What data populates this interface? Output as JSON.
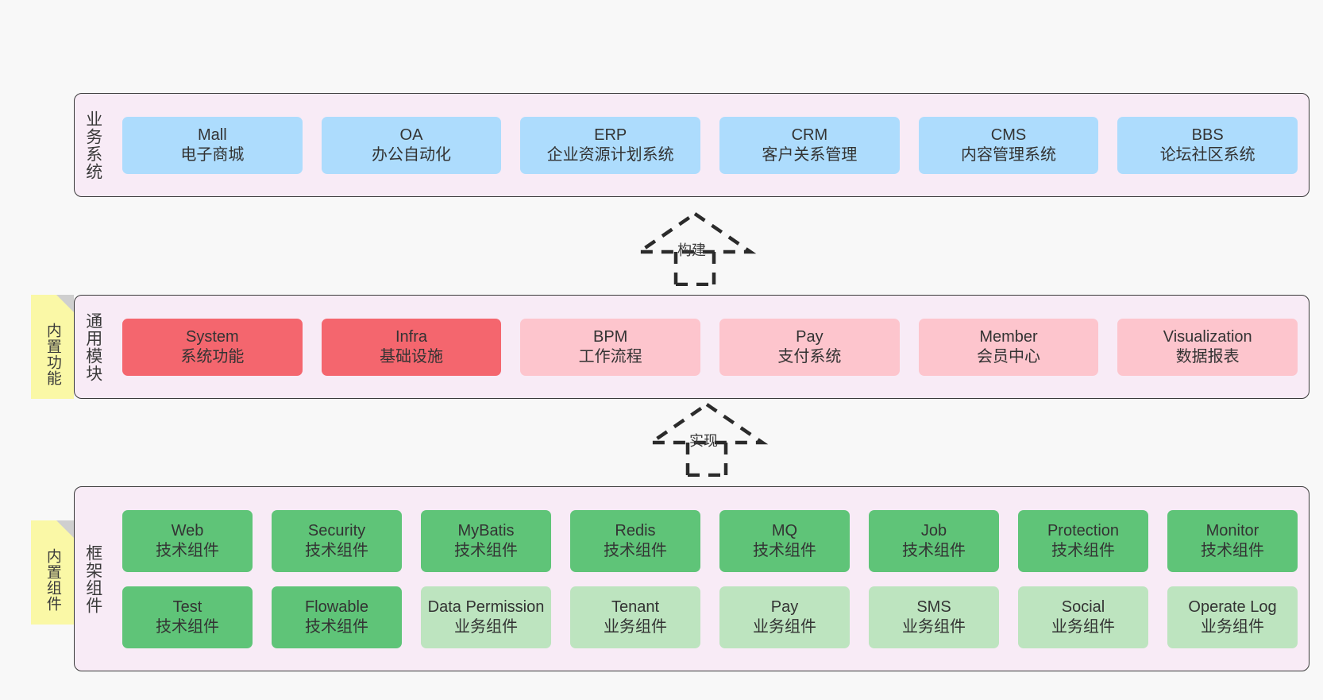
{
  "diagram": {
    "background_color": "#F8F8F8",
    "layer_fill": "#F8EBF6",
    "layer_border": "#3A3A3A",
    "note_color": "#FAF8A6"
  },
  "notes": [
    {
      "name": "builtin-functions",
      "text": "内置功能"
    },
    {
      "name": "builtin-components",
      "text": "内置组件"
    }
  ],
  "connectors": [
    {
      "name": "build",
      "label": "构建",
      "style": "dashed-realization-up"
    },
    {
      "name": "implement",
      "label": "实现",
      "style": "dashed-realization-up"
    }
  ],
  "layers": {
    "business": {
      "title": "业务系统",
      "color": "#ADDCFD",
      "rows": [
        [
          {
            "main": "Mall",
            "sub": "电子商城"
          },
          {
            "main": "OA",
            "sub": "办公自动化"
          },
          {
            "main": "ERP",
            "sub": "企业资源计划系统"
          },
          {
            "main": "CRM",
            "sub": "客户关系管理"
          },
          {
            "main": "CMS",
            "sub": "内容管理系统"
          },
          {
            "main": "BBS",
            "sub": "论坛社区系统"
          }
        ]
      ]
    },
    "modules": {
      "title": "通用模块",
      "color_primary": "#F4666E",
      "color_secondary": "#FDC5CD",
      "rows": [
        [
          {
            "main": "System",
            "sub": "系统功能",
            "tone": "primary"
          },
          {
            "main": "Infra",
            "sub": "基础设施",
            "tone": "primary"
          },
          {
            "main": "BPM",
            "sub": "工作流程",
            "tone": "secondary"
          },
          {
            "main": "Pay",
            "sub": "支付系统",
            "tone": "secondary"
          },
          {
            "main": "Member",
            "sub": "会员中心",
            "tone": "secondary"
          },
          {
            "main": "Visualization",
            "sub": "数据报表",
            "tone": "secondary"
          }
        ]
      ]
    },
    "framework": {
      "title": "框架组件",
      "color_primary": "#5FC478",
      "color_secondary": "#BDE4BF",
      "rows": [
        [
          {
            "main": "Web",
            "sub": "技术组件",
            "tone": "primary"
          },
          {
            "main": "Security",
            "sub": "技术组件",
            "tone": "primary"
          },
          {
            "main": "MyBatis",
            "sub": "技术组件",
            "tone": "primary"
          },
          {
            "main": "Redis",
            "sub": "技术组件",
            "tone": "primary"
          },
          {
            "main": "MQ",
            "sub": "技术组件",
            "tone": "primary"
          },
          {
            "main": "Job",
            "sub": "技术组件",
            "tone": "primary"
          },
          {
            "main": "Protection",
            "sub": "技术组件",
            "tone": "primary"
          },
          {
            "main": "Monitor",
            "sub": "技术组件",
            "tone": "primary"
          }
        ],
        [
          {
            "main": "Test",
            "sub": "技术组件",
            "tone": "primary"
          },
          {
            "main": "Flowable",
            "sub": "技术组件",
            "tone": "primary"
          },
          {
            "main": "Data Permission",
            "sub": "业务组件",
            "tone": "secondary"
          },
          {
            "main": "Tenant",
            "sub": "业务组件",
            "tone": "secondary"
          },
          {
            "main": "Pay",
            "sub": "业务组件",
            "tone": "secondary"
          },
          {
            "main": "SMS",
            "sub": "业务组件",
            "tone": "secondary"
          },
          {
            "main": "Social",
            "sub": "业务组件",
            "tone": "secondary"
          },
          {
            "main": "Operate Log",
            "sub": "业务组件",
            "tone": "secondary"
          }
        ]
      ]
    }
  }
}
